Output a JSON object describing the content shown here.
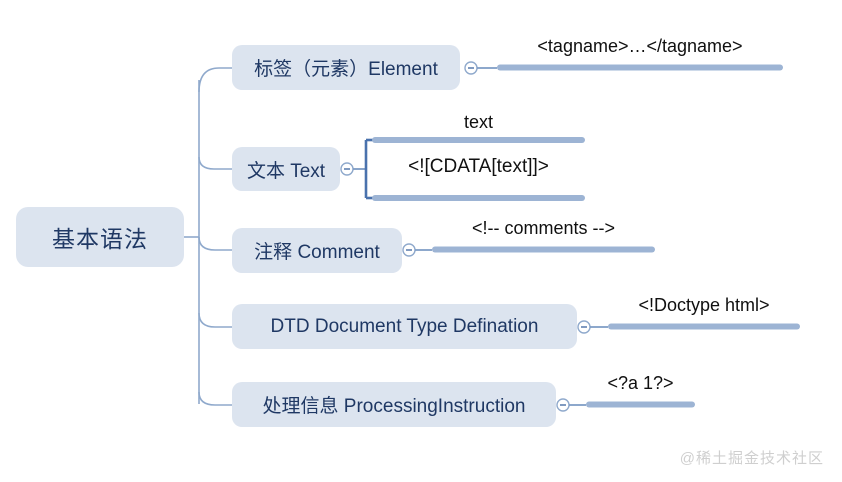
{
  "diagram": {
    "title": "基本语法",
    "watermark": "@稀土掘金技术社区",
    "root": {
      "label": "基本语法"
    },
    "branches": [
      {
        "label": "标签（元素）Element",
        "code": "<tagname>…</tagname>",
        "collapse_icon": "minus-circle-icon"
      },
      {
        "label": "文本 Text",
        "code": "text",
        "code2": "<![CDATA[text]]>",
        "collapse_icon": "minus-circle-icon"
      },
      {
        "label": "注释 Comment",
        "code": "<!-- comments -->",
        "collapse_icon": "minus-circle-icon"
      },
      {
        "label": "DTD Document Type Defination",
        "code": "<!Doctype html>",
        "collapse_icon": "minus-circle-icon"
      },
      {
        "label": "处理信息 ProcessingInstruction",
        "code": "<?a 1?>",
        "collapse_icon": "minus-circle-icon"
      }
    ],
    "colors": {
      "node_fill": "#dce4ef",
      "node_text": "#1f3864",
      "connector": "#8fa9cc",
      "bar": "#9db4d4",
      "code_text": "#101010",
      "watermark": "#cfcfcf",
      "background": "#ffffff"
    }
  }
}
